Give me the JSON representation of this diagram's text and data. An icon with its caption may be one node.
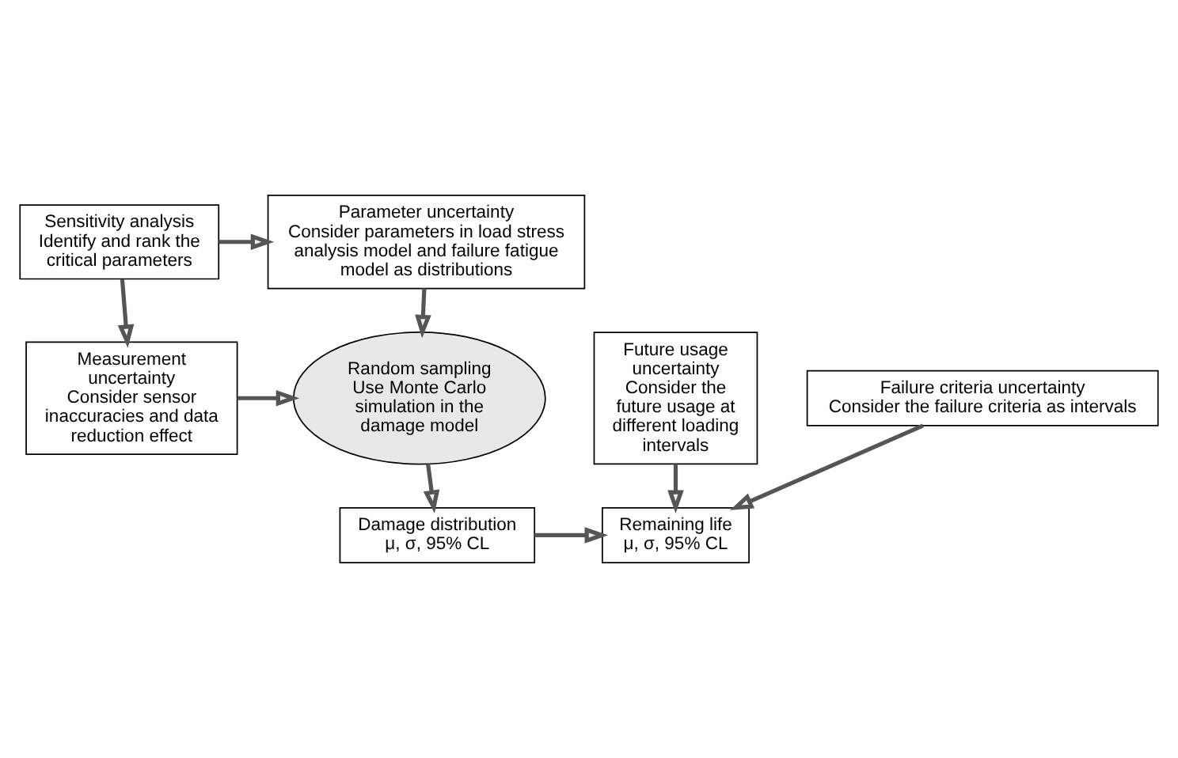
{
  "diagram": {
    "nodes": [
      {
        "text": [
          "Sensitivity analysis",
          "Identify and rank the critical parameters"
        ]
      },
      {
        "text": [
          "Parameter uncertainty",
          "Consider parameters in load stress analysis model and failure fatigue model as distributions"
        ]
      },
      {
        "text": [
          "Measurement uncertainty",
          "Consider sensor inaccuracies and data reduction effect"
        ]
      },
      {
        "text": [
          "Random sampling",
          "Use Monte Carlo simulation in the damage model"
        ]
      },
      {
        "text": [
          "Future usage uncertainty",
          "Consider the future usage at different loading intervals"
        ]
      },
      {
        "text": [
          "Damage distribution",
          "μ, σ, 95% CL"
        ]
      },
      {
        "text": [
          "Remaining life",
          "μ, σ, 95% CL"
        ]
      },
      {
        "text": [
          "Failure criteria uncertainty",
          "Consider the failure criteria as intervals"
        ]
      }
    ],
    "edges": [
      {
        "from": 0,
        "to": 1,
        "arrow": "to"
      },
      {
        "from": 0,
        "to": 2,
        "arrow": "to"
      },
      {
        "from": 1,
        "to": 3,
        "arrow": "to"
      },
      {
        "from": 2,
        "to": 3,
        "arrow": "to"
      },
      {
        "from": 3,
        "to": 5,
        "arrow": "to"
      },
      {
        "from": 5,
        "to": 6,
        "arrow": "to"
      },
      {
        "from": 4,
        "to": 6,
        "arrow": "to"
      },
      {
        "from": 7,
        "to": 6,
        "arrow": "to"
      }
    ]
  }
}
